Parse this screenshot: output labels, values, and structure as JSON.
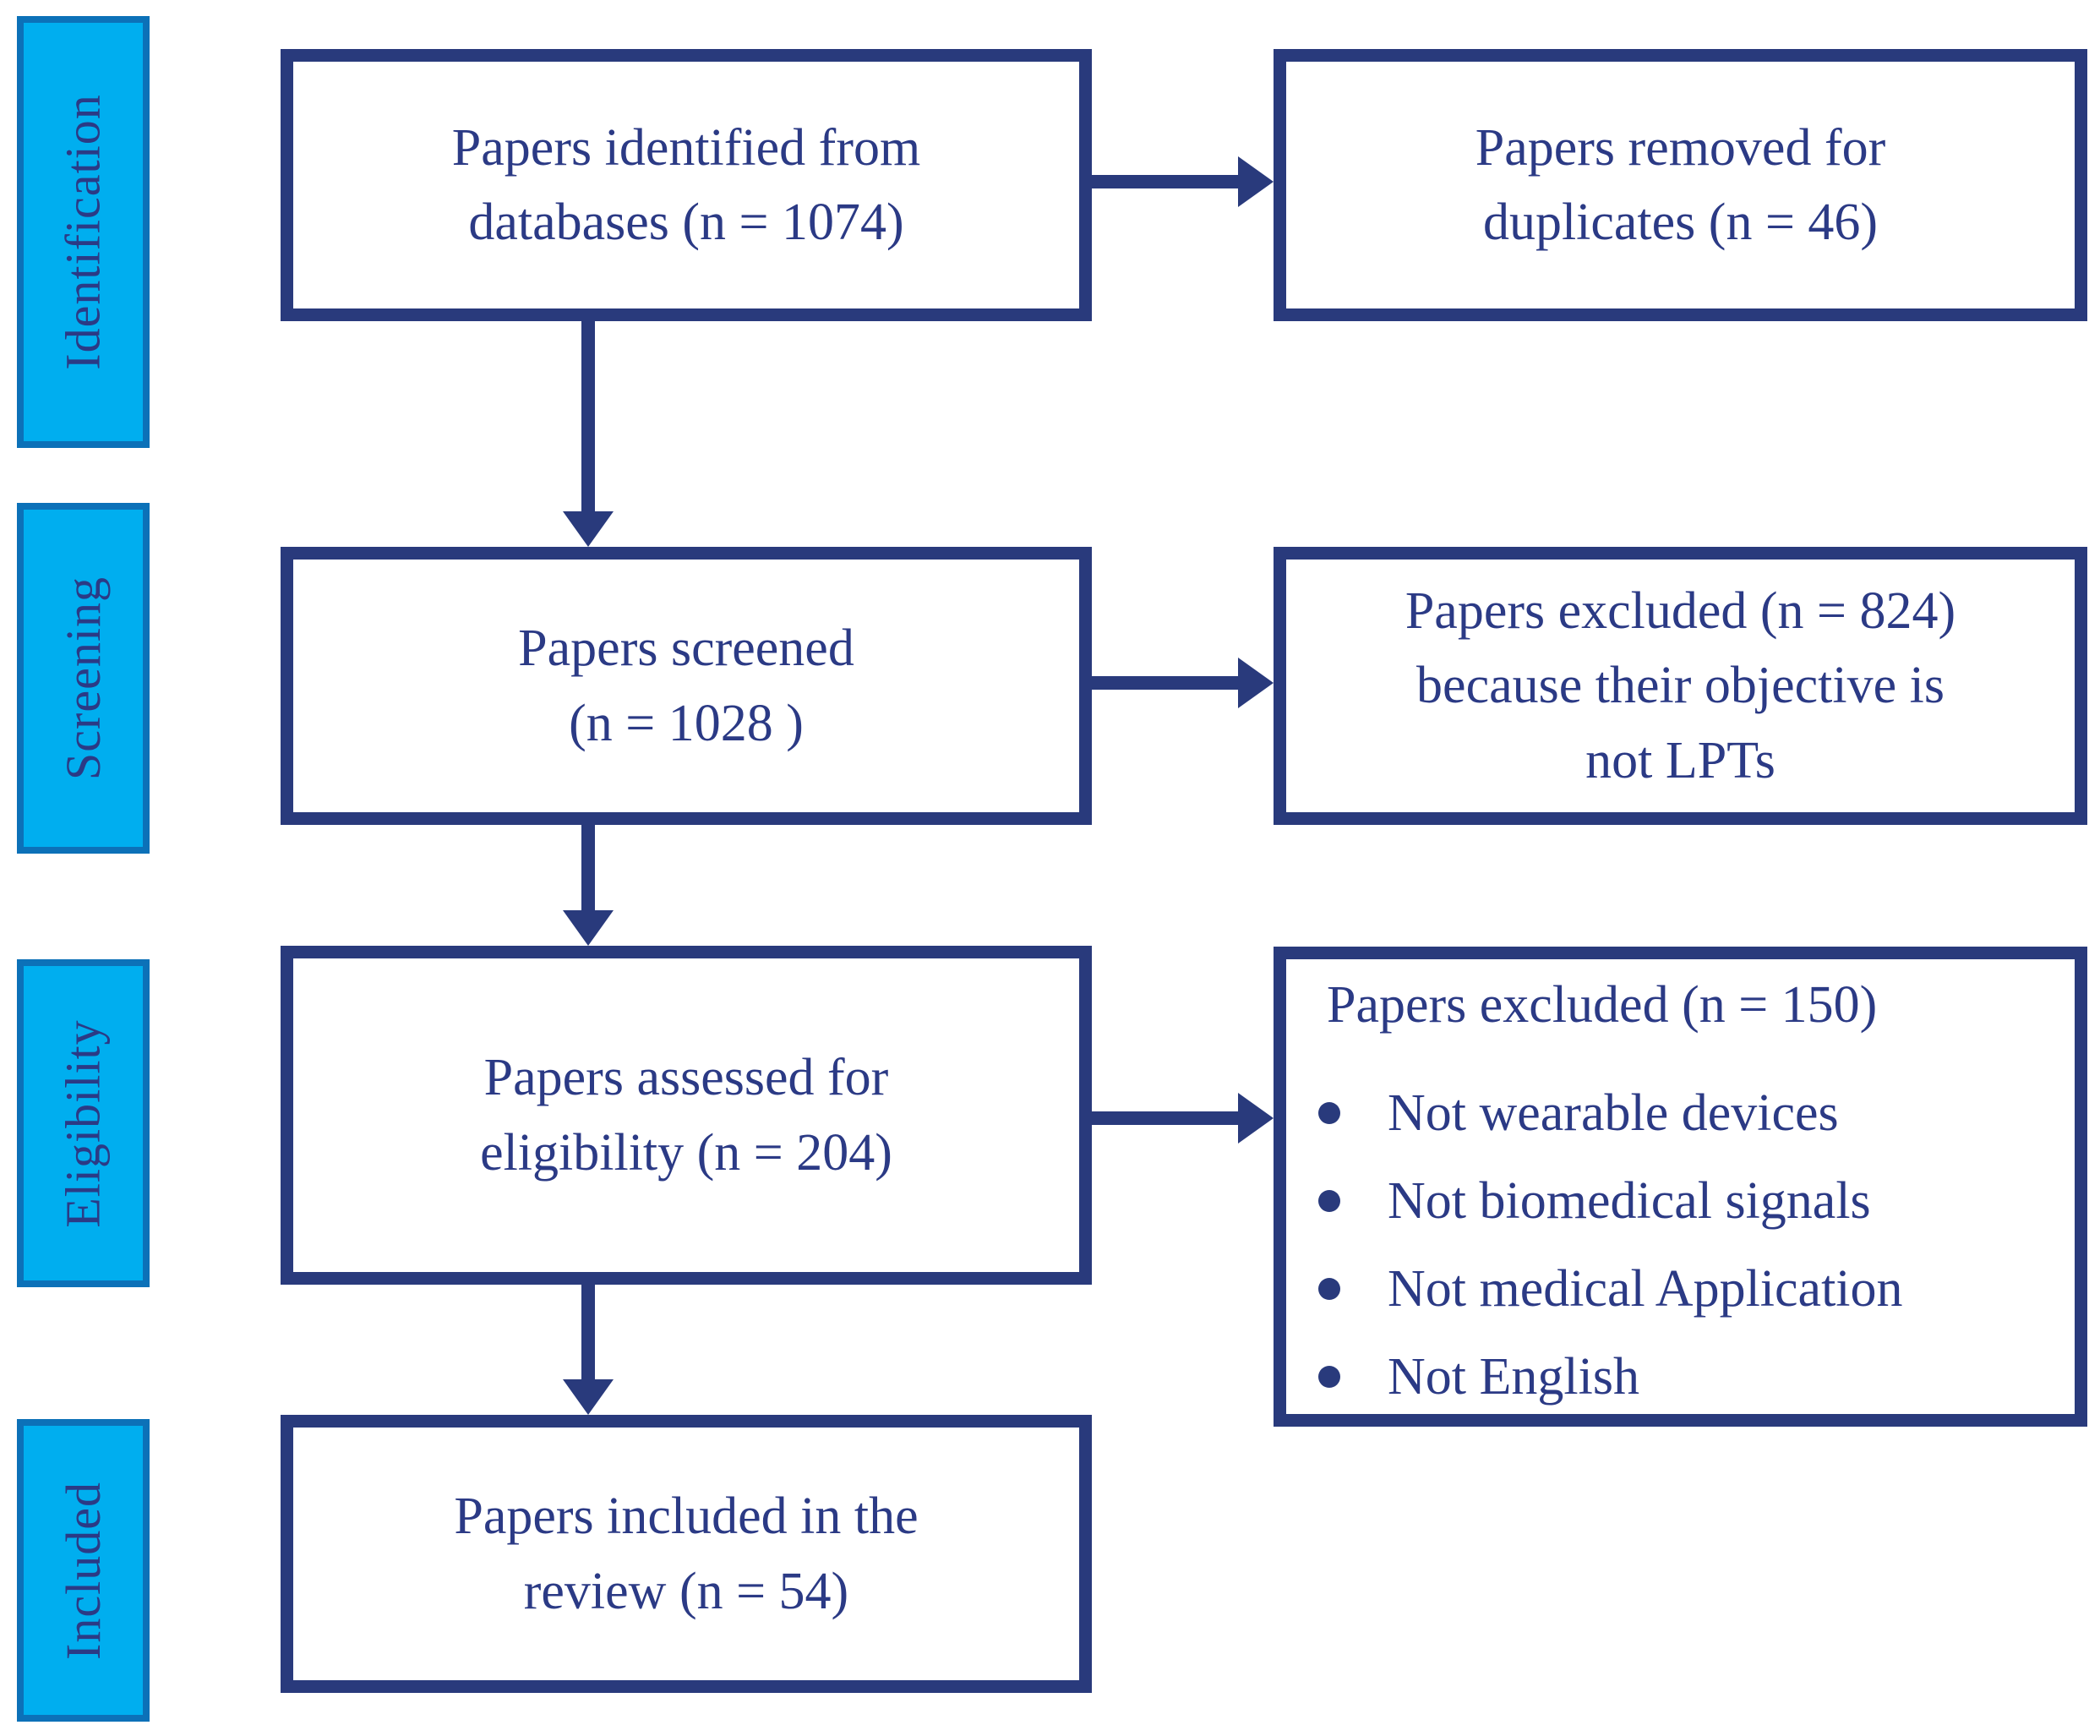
{
  "colors": {
    "navy": "#293a7c",
    "text": "#2b3a85",
    "cyan_fill": "#00aeef",
    "cyan_border": "#0c71b8"
  },
  "sidebar": {
    "stages": [
      {
        "label": "Identification"
      },
      {
        "label": "Screening"
      },
      {
        "label": "Eligibility"
      },
      {
        "label": "Included"
      }
    ]
  },
  "flow": {
    "main_boxes": [
      {
        "text": "Papers identified from\ndatabases (n = 1074)"
      },
      {
        "text": "Papers screened\n(n = 1028 )"
      },
      {
        "text": "Papers assessed for\neligibility (n = 204)"
      },
      {
        "text": "Papers included in the\nreview (n = 54)"
      }
    ],
    "side_boxes": [
      {
        "text": "Papers removed for\nduplicates (n = 46)"
      },
      {
        "text": "Papers excluded (n = 824)\nbecause their objective is\nnot LPTs"
      },
      {
        "heading": "Papers excluded (n = 150)",
        "bullets": [
          "Not wearable devices",
          "Not biomedical signals",
          "Not medical Application",
          "Not English"
        ]
      }
    ]
  }
}
